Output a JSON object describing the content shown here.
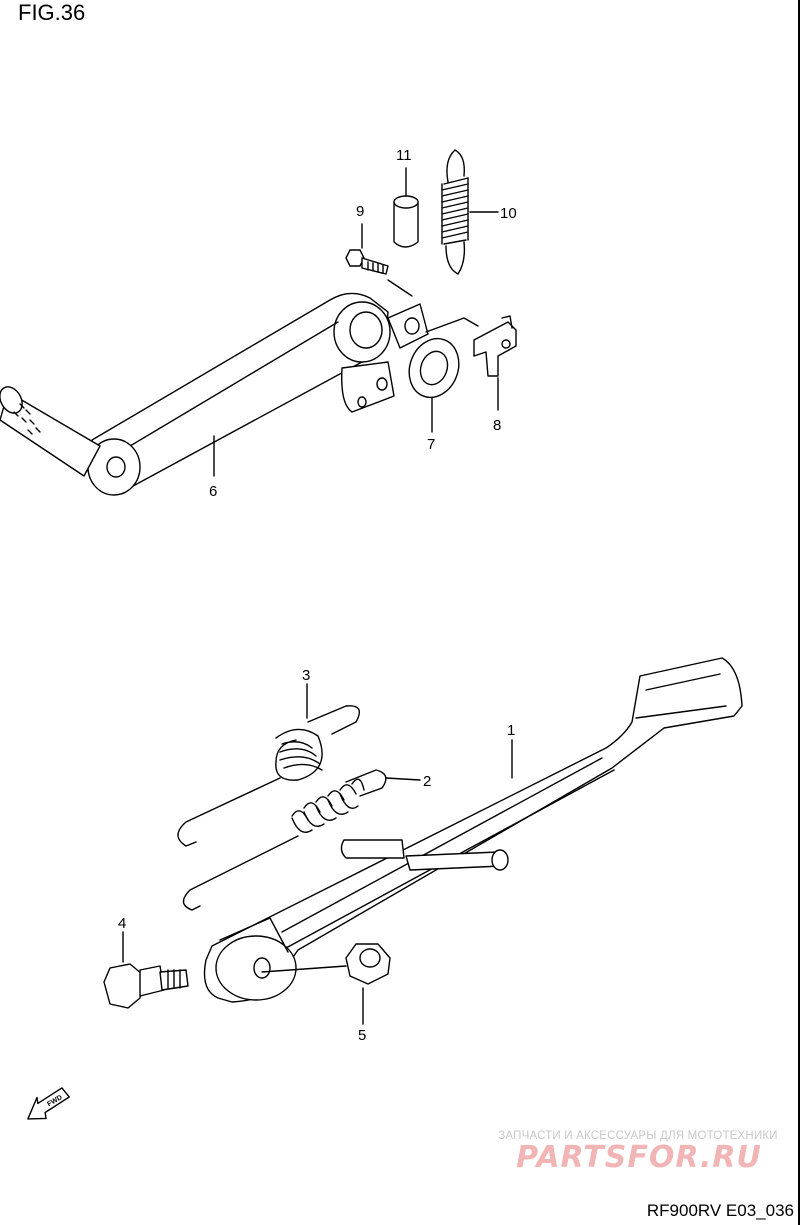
{
  "figure": {
    "title": "FIG.36",
    "code": "RF900RV E03_036"
  },
  "callouts": [
    "1",
    "2",
    "3",
    "4",
    "5",
    "6",
    "7",
    "8",
    "9",
    "10",
    "11"
  ],
  "fwd_label": "FWD",
  "watermark": {
    "subtitle": "ЗАПЧАСТИ И АКСЕССУАРЫ ДЛЯ МОТОТЕХНИКИ",
    "brand": "PARTSFOR.RU"
  },
  "colors": {
    "line": "#000000",
    "watermark_brand": "#f2b5b5",
    "watermark_sub": "#c8c8c8"
  }
}
